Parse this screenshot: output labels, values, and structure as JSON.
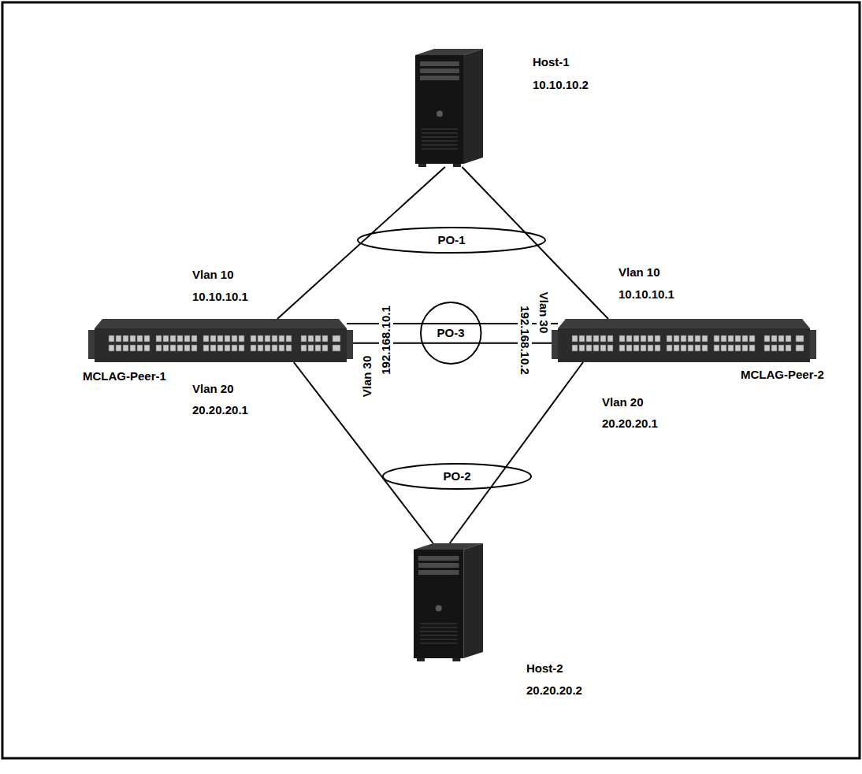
{
  "diagram": {
    "nodes": [
      {
        "text": [
          "Host-1",
          "10.10.10.2"
        ]
      },
      {
        "text": [
          "PO-1"
        ]
      },
      {
        "text": [
          "MCLAG-Peer-1"
        ]
      },
      {
        "text": [
          "PO-3"
        ]
      },
      {
        "text": [
          "MCLAG-Peer-2"
        ]
      },
      {
        "text": [
          "PO-2"
        ]
      },
      {
        "text": [
          "Host-2",
          "20.20.20.2"
        ]
      }
    ],
    "edges": [
      {
        "from": 0,
        "to": 2,
        "arrow": "none"
      },
      {
        "from": 0,
        "to": 4,
        "arrow": "none"
      },
      {
        "from": 2,
        "to": 4,
        "arrow": "none"
      },
      {
        "from": 2,
        "to": 4,
        "arrow": "none"
      },
      {
        "from": 2,
        "to": 6,
        "arrow": "none"
      },
      {
        "from": 4,
        "to": 6,
        "arrow": "none"
      }
    ],
    "labels": [
      "Vlan 10",
      "10.10.10.1",
      "Vlan 10",
      "10.10.10.1",
      "Vlan 30",
      "192.168.10.1",
      "Vlan 30",
      "192.168.10.2",
      "Vlan 20",
      "20.20.20.1",
      "Vlan 20",
      "20.20.20.1"
    ]
  }
}
